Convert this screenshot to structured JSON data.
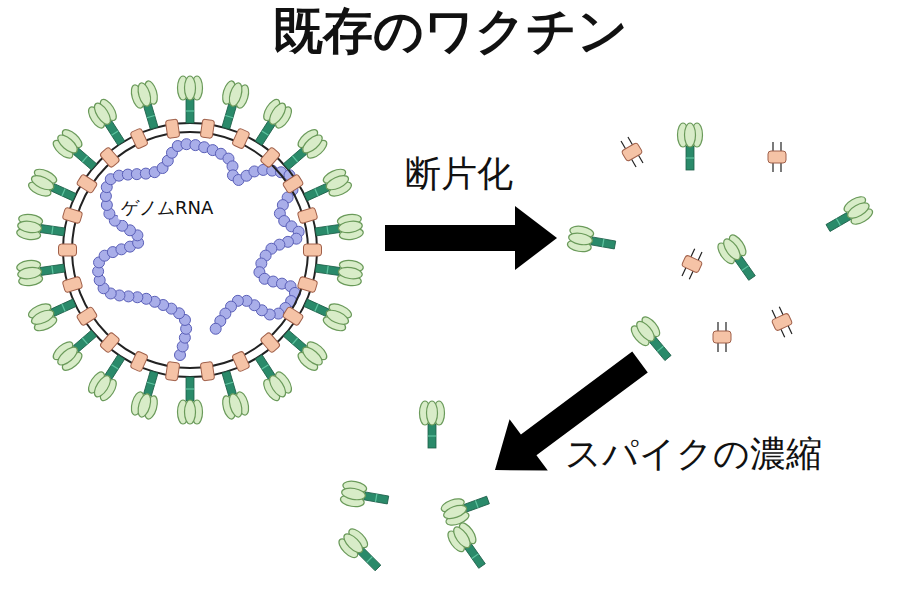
{
  "diagram": {
    "title": "既存のワクチン",
    "nodes": [
      {
        "text": [
          "ゲノムRNA"
        ]
      }
    ],
    "labels": [
      "断片化",
      "スパイクの濃縮"
    ]
  }
}
